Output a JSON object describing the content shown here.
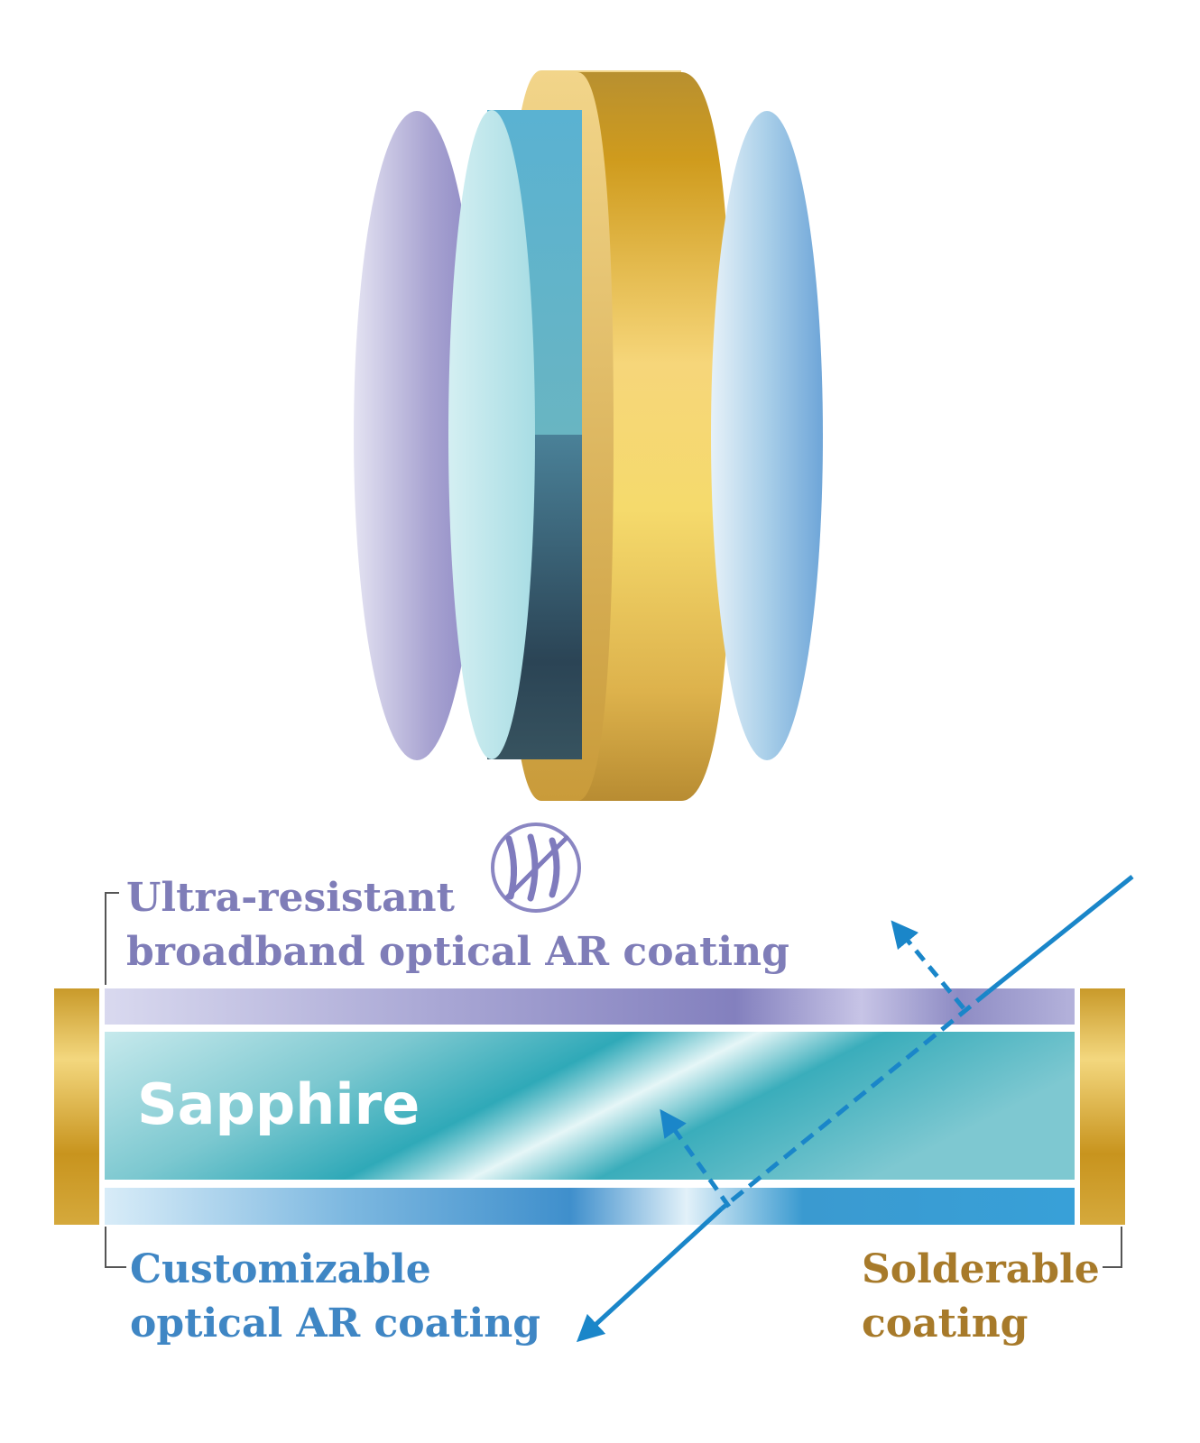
{
  "colors": {
    "purple": "#7f7db8",
    "blue": "#3f86c4",
    "gold": "#a77a2a",
    "arrow": "#1a86c9",
    "sapphire": "#2fa9b8"
  },
  "labels": {
    "top_line1": "Ultra-resistant",
    "top_line2": "broadband optical AR coating",
    "sapphire": "Sapphire",
    "bottom_line1": "Customizable",
    "bottom_line2": "optical AR coating",
    "solder_line1": "Solderable",
    "solder_line2": "coating"
  },
  "icons": {
    "scratch": "scratch-resistant-icon"
  }
}
